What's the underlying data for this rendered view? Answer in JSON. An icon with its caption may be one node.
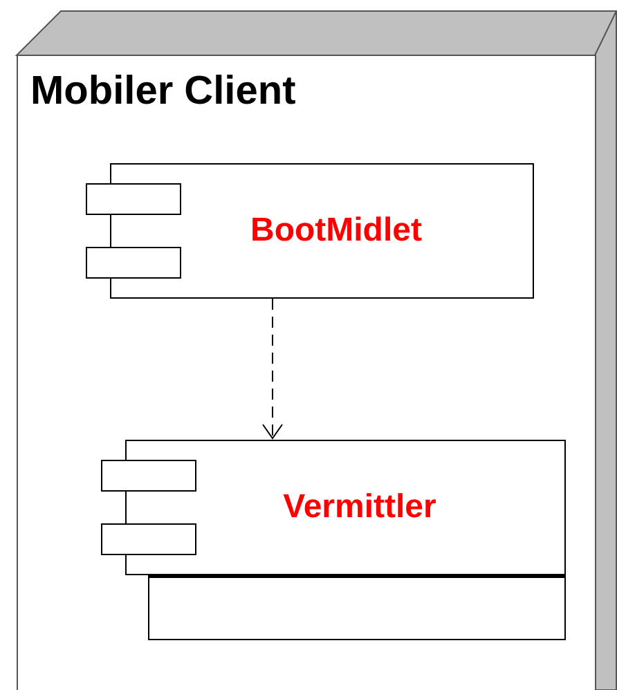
{
  "diagram": {
    "nodes": [
      {
        "text": [
          "Mobiler Client"
        ]
      },
      {
        "text": [
          "BootMidlet"
        ],
        "in": 0
      },
      {
        "text": [
          "Vermittler"
        ],
        "in": 0
      },
      {
        "text": [],
        "shape": "box",
        "in": 0
      }
    ],
    "edges": [
      {
        "from": 1,
        "to": 2,
        "arrow": "to",
        "style": "dashed"
      }
    ]
  }
}
